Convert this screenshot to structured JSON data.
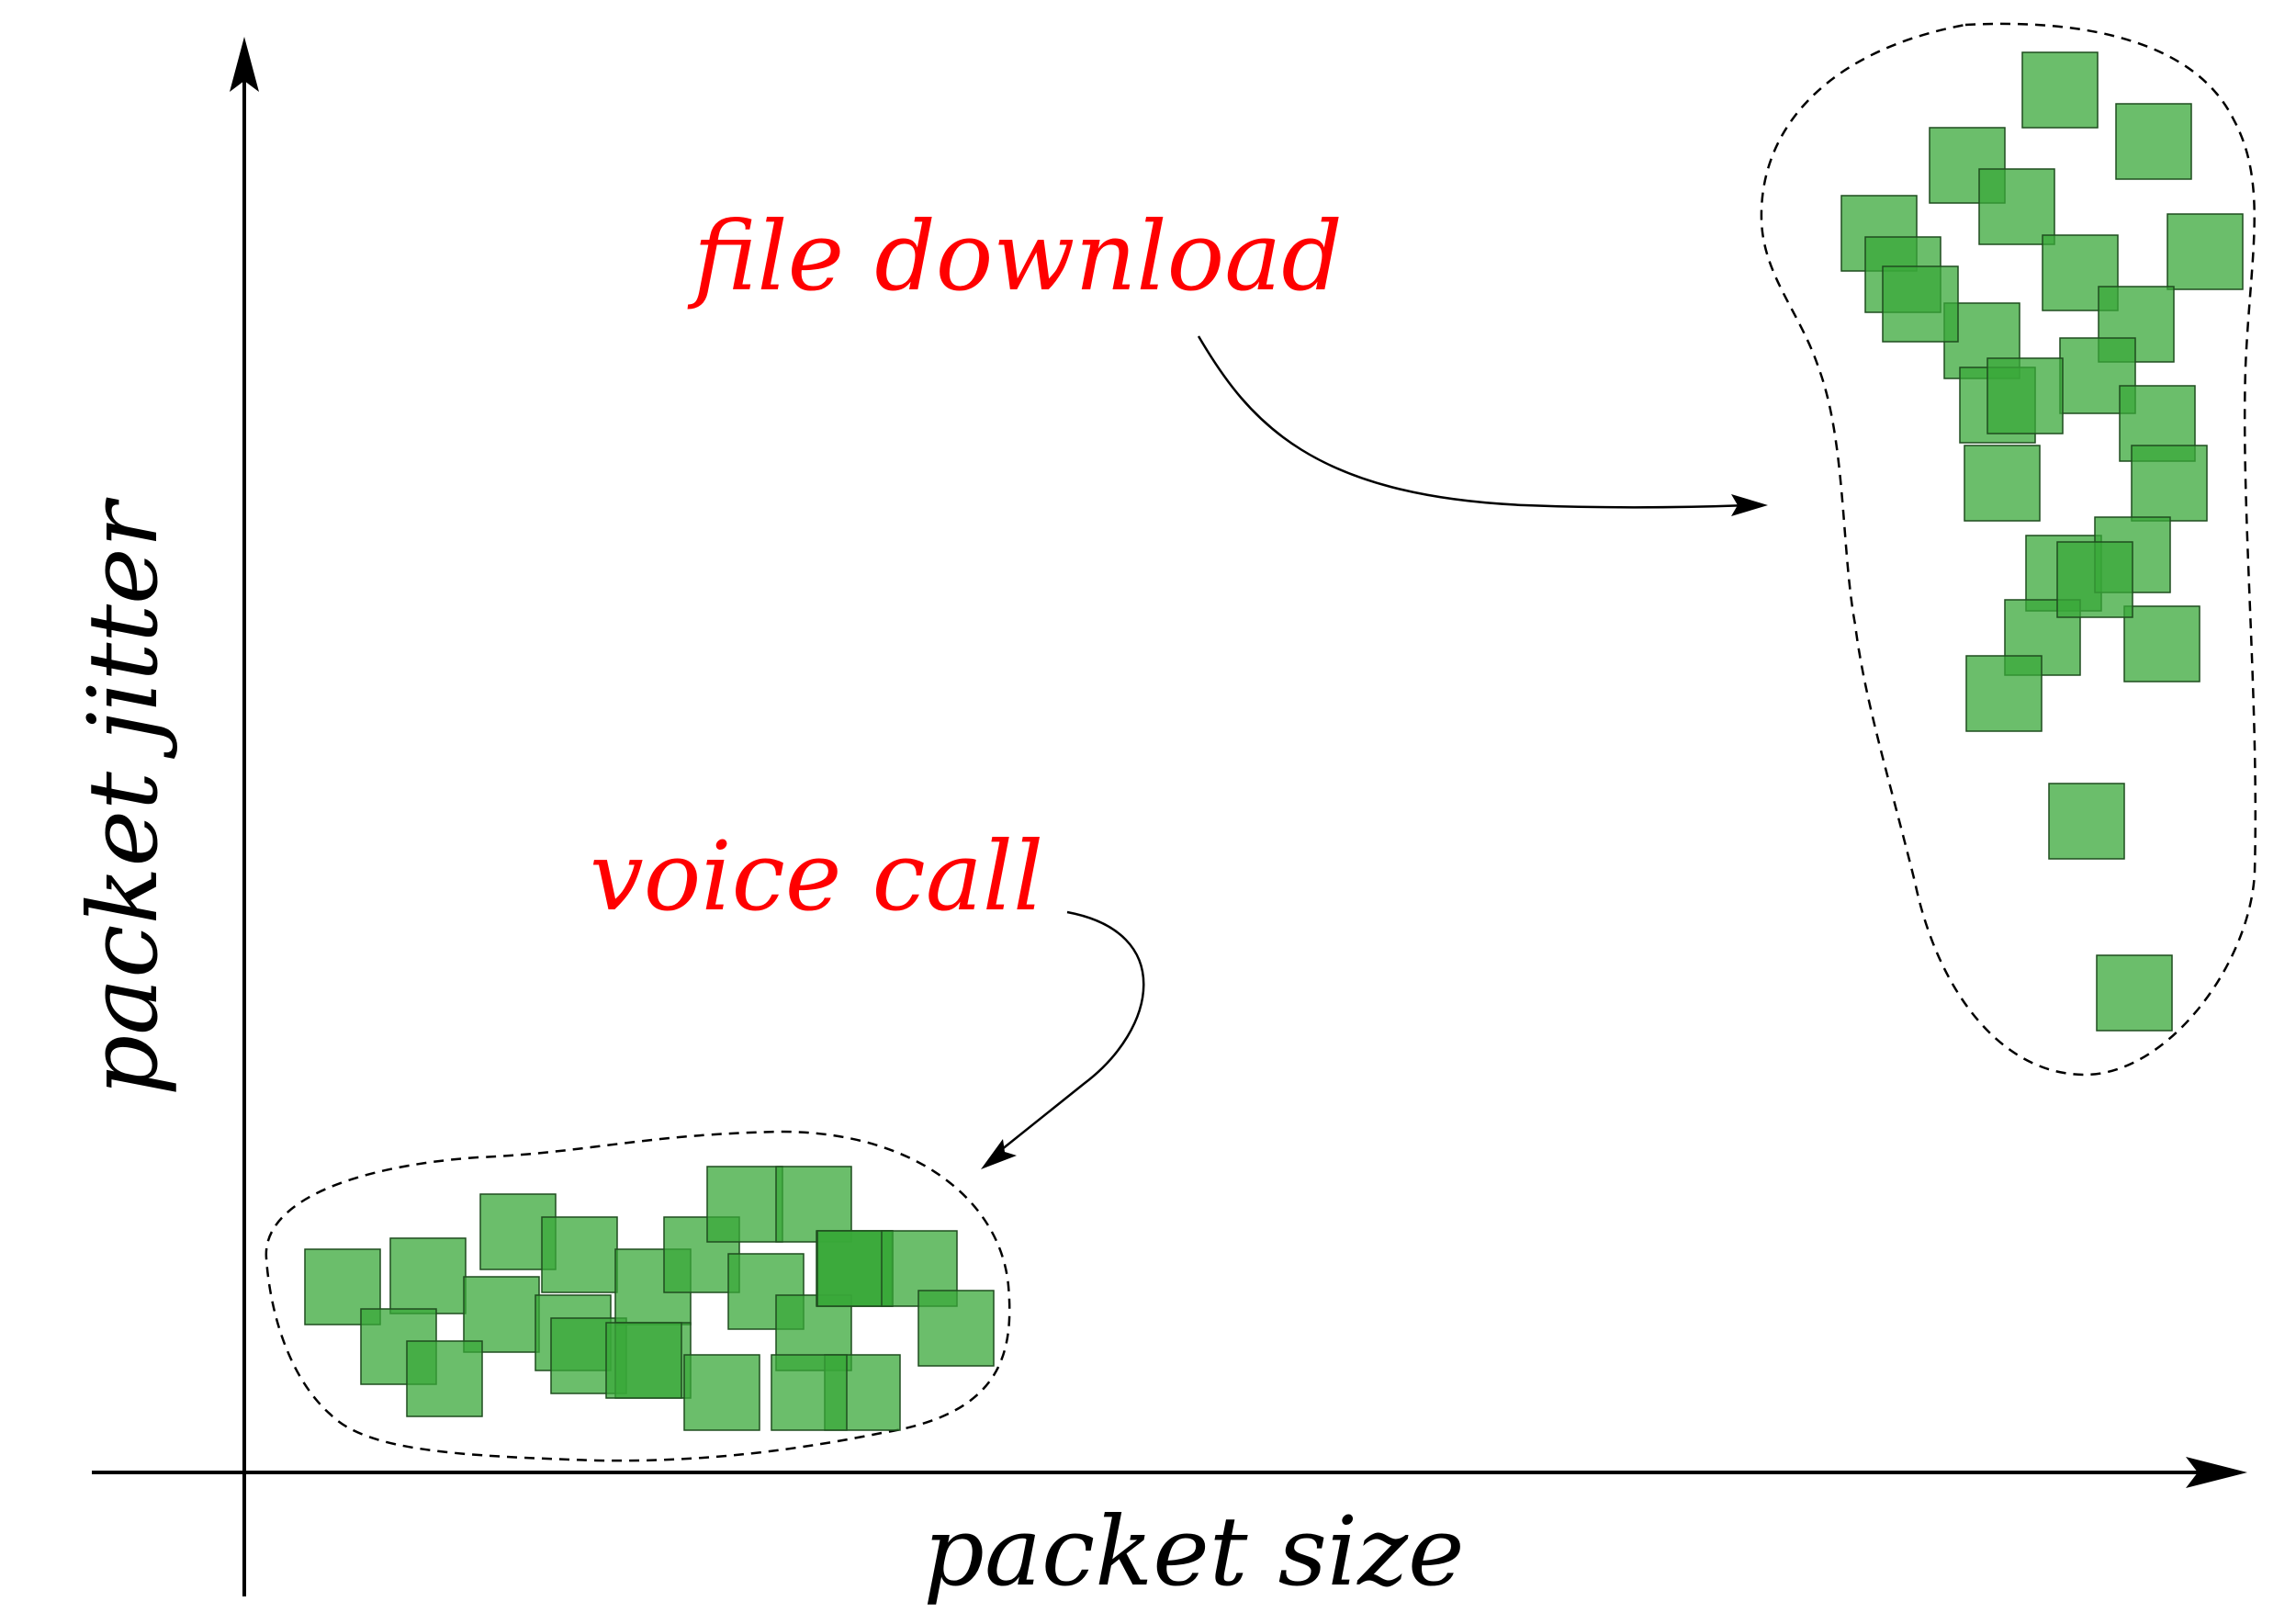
{
  "axes": {
    "x_label": "packet size",
    "y_label": "packet jitter",
    "axis_color": "#000000"
  },
  "labels": {
    "file_download": "file download",
    "voice_call": "voice call",
    "label_color": "#ff0000"
  },
  "clusters": {
    "square_fill": "#3aa83a",
    "square_opacity": 0.75,
    "voice_call_point_count": 25,
    "file_download_point_count": 25
  }
}
